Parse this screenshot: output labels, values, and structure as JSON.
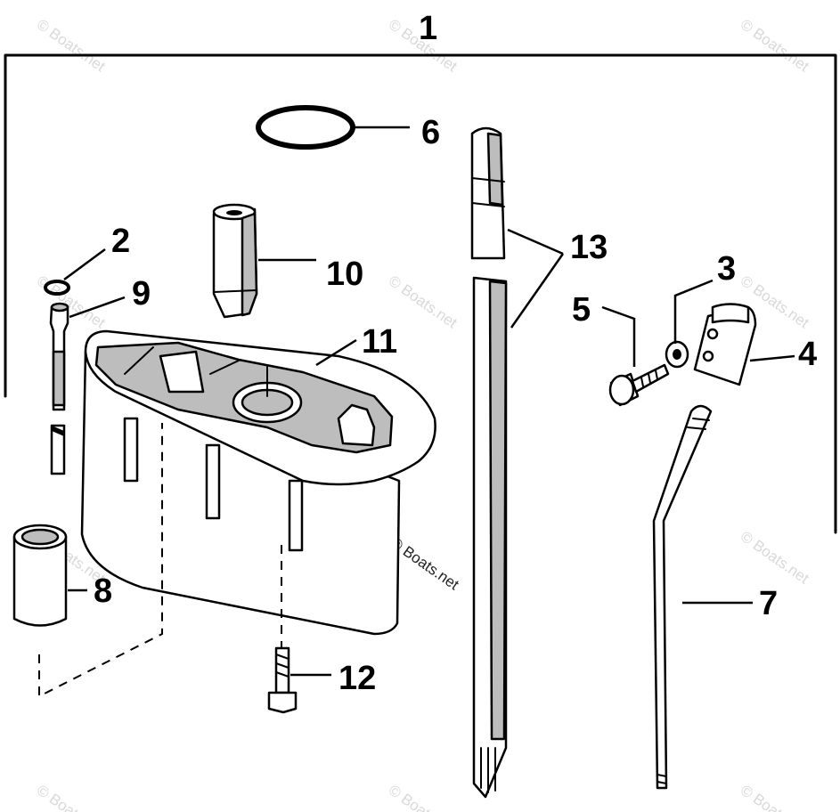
{
  "callouts": {
    "c1": "1",
    "c2": "2",
    "c3": "3",
    "c4": "4",
    "c5": "5",
    "c6": "6",
    "c7": "7",
    "c8": "8",
    "c9": "9",
    "c10": "10",
    "c11": "11",
    "c12": "12",
    "c13": "13"
  },
  "watermarks": {
    "wm1": "© Boats.net",
    "wm2": "© Boats.net",
    "wm3": "© Boats.net",
    "wm4": "© Boats.net",
    "wm5": "© Boats.net",
    "wm6": "© Boats.net",
    "wm7": "© Boats.net",
    "wm8": "© Boats.net",
    "wm9": "© Boats.net",
    "wm10": "© Boats.net",
    "wm11": "© Boats.net",
    "wm_center": "© Boats.net"
  }
}
